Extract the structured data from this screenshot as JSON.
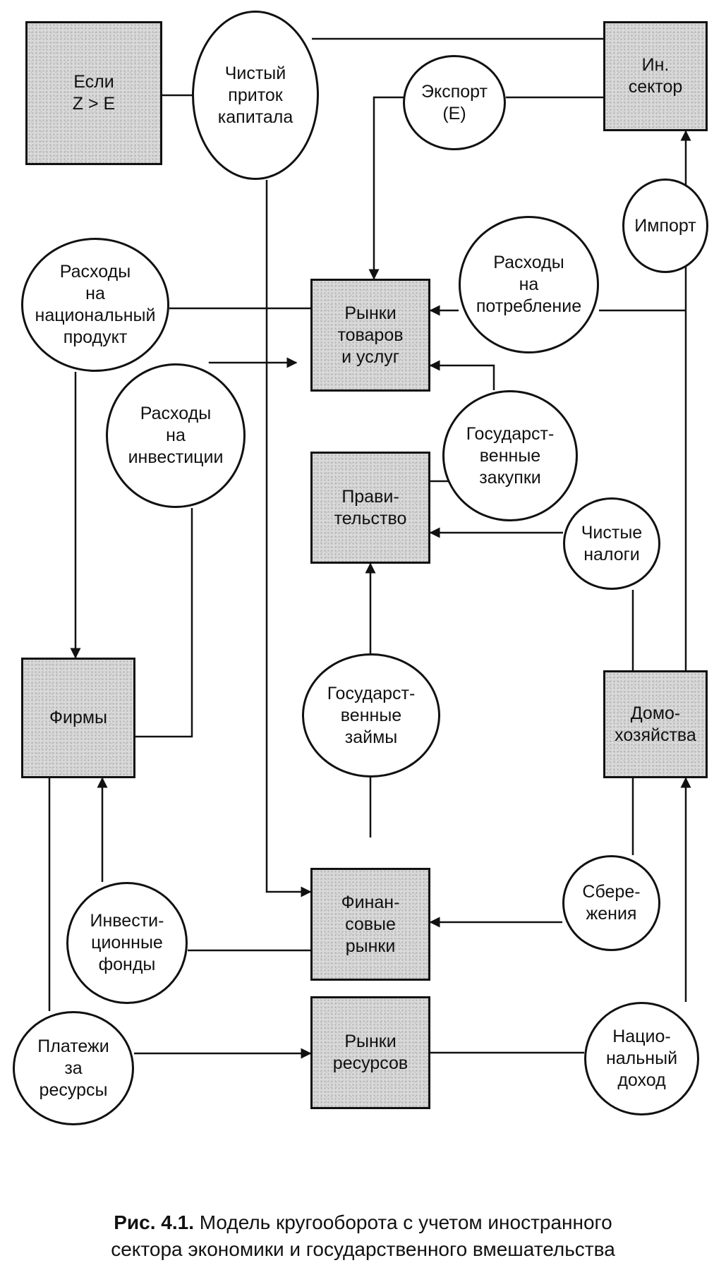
{
  "boxes": {
    "if_z_e": "Если\nZ > E",
    "foreign_sector": "Ин.\nсектор",
    "goods_markets": "Рынки\nтоваров\nи услуг",
    "government": "Прави-\nтельство",
    "firms": "Фирмы",
    "households": "Домо-\nхозяйства",
    "financial_markets": "Финан-\nсовые\nрынки",
    "resource_markets": "Рынки\nресурсов"
  },
  "circles": {
    "net_capital_inflow": "Чистый\nприток\nкапитала",
    "export": "Экспорт\n(E)",
    "import": "Импорт",
    "national_product_spending": "Расходы\nна\nнациональный\nпродукт",
    "consumption_spending": "Расходы\nна\nпотребление",
    "investment_spending": "Расходы\nна\nинвестиции",
    "government_purchases": "Государст-\nвенные\nзакупки",
    "net_taxes": "Чистые\nналоги",
    "government_borrowing": "Государст-\nвенные\nзаймы",
    "investment_funds": "Инвести-\nционные\nфонды",
    "savings": "Сбере-\nжения",
    "resource_payments": "Платежи\nза\nресурсы",
    "national_income": "Нацио-\nнальный\nдоход"
  },
  "caption": {
    "label": "Рис. 4.1.",
    "line1": " Модель кругооборота с учетом иностранного",
    "line2": "сектора экономики и государственного вмешательства"
  }
}
